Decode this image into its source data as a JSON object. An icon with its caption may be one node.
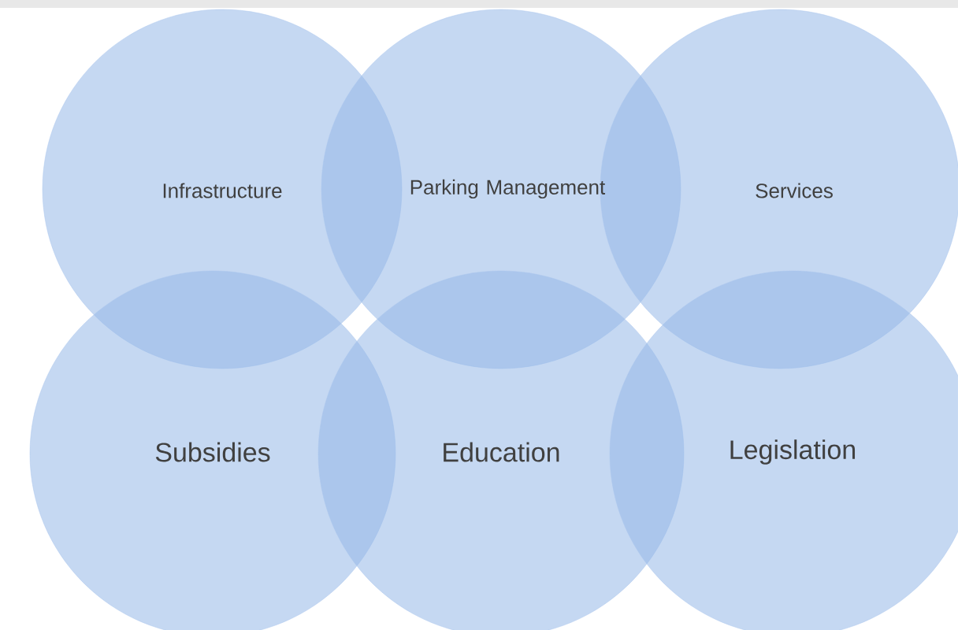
{
  "diagram": {
    "nodes": [
      {
        "text": [
          "Infrastructure"
        ]
      },
      {
        "text": [
          "Parking Management"
        ]
      },
      {
        "text": [
          "Services"
        ]
      },
      {
        "text": [
          "Subsidies"
        ]
      },
      {
        "text": [
          "Education"
        ]
      },
      {
        "text": [
          "Legislation"
        ]
      }
    ]
  }
}
